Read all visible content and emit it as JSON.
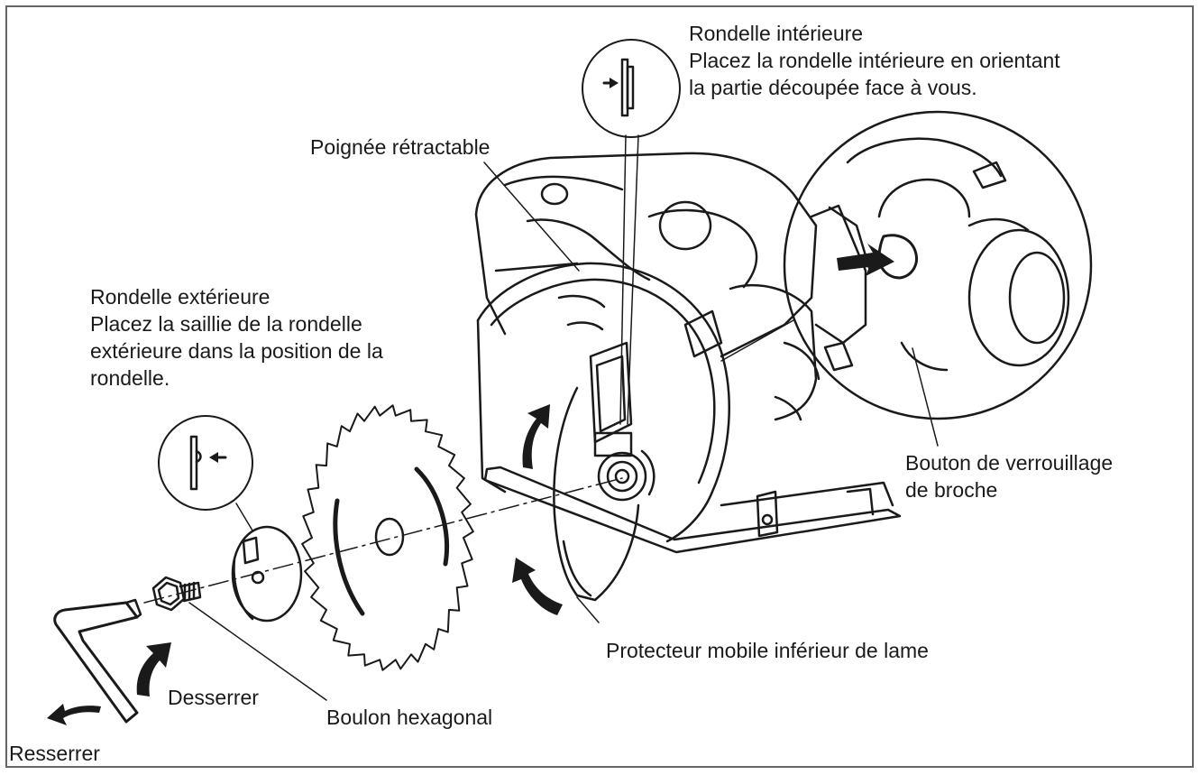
{
  "labels": {
    "inner_washer": {
      "title": "Rondelle intérieure",
      "line1": "Placez la rondelle intérieure en orientant",
      "line2": "la partie découpée face à vous."
    },
    "retractable_handle": "Poignée rétractable",
    "outer_washer": {
      "title": "Rondelle extérieure",
      "line1": "Placez la saillie de la rondelle",
      "line2": "extérieure dans la position de la",
      "line3": "rondelle."
    },
    "spindle_lock": {
      "line1": "Bouton de verrouillage",
      "line2": "de broche"
    },
    "lower_guard": "Protecteur mobile inférieur de lame",
    "loosen": "Desserrer",
    "hex_bolt": "Boulon hexagonal",
    "tighten": "Resserrer"
  },
  "colors": {
    "ink": "#1a1a1a",
    "frame": "#666666"
  }
}
